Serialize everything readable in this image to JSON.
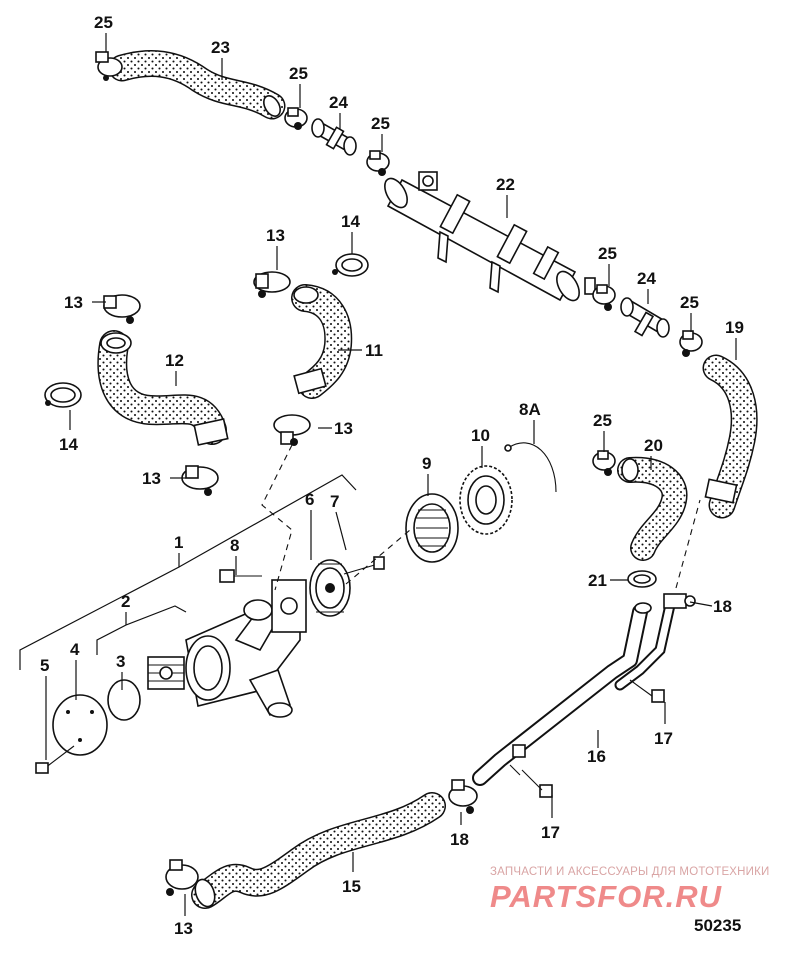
{
  "diagram": {
    "figure_number": "50235",
    "watermark": {
      "tagline": "ЗАПЧАСТИ И АКСЕССУАРЫ ДЛЯ МОТОТЕХНИКИ",
      "logo": "PARTSFOR.RU"
    },
    "callouts": [
      {
        "id": "c25a",
        "label": "25"
      },
      {
        "id": "c23",
        "label": "23"
      },
      {
        "id": "c25b",
        "label": "25"
      },
      {
        "id": "c24a",
        "label": "24"
      },
      {
        "id": "c25c",
        "label": "25"
      },
      {
        "id": "c22",
        "label": "22"
      },
      {
        "id": "c25d",
        "label": "25"
      },
      {
        "id": "c24b",
        "label": "24"
      },
      {
        "id": "c25e",
        "label": "25"
      },
      {
        "id": "c19",
        "label": "19"
      },
      {
        "id": "c13a",
        "label": "13"
      },
      {
        "id": "c14a",
        "label": "14"
      },
      {
        "id": "c13b",
        "label": "13"
      },
      {
        "id": "c11",
        "label": "11"
      },
      {
        "id": "c12",
        "label": "12"
      },
      {
        "id": "c14b",
        "label": "14"
      },
      {
        "id": "c13c",
        "label": "13"
      },
      {
        "id": "c13d",
        "label": "13"
      },
      {
        "id": "c8a",
        "label": "8A"
      },
      {
        "id": "c9",
        "label": "9"
      },
      {
        "id": "c10",
        "label": "10"
      },
      {
        "id": "c25f",
        "label": "25"
      },
      {
        "id": "c20",
        "label": "20"
      },
      {
        "id": "c1",
        "label": "1"
      },
      {
        "id": "c6",
        "label": "6"
      },
      {
        "id": "c7",
        "label": "7"
      },
      {
        "id": "c8",
        "label": "8"
      },
      {
        "id": "c21",
        "label": "21"
      },
      {
        "id": "c18a",
        "label": "18"
      },
      {
        "id": "c2",
        "label": "2"
      },
      {
        "id": "c3",
        "label": "3"
      },
      {
        "id": "c4",
        "label": "4"
      },
      {
        "id": "c5",
        "label": "5"
      },
      {
        "id": "c17a",
        "label": "17"
      },
      {
        "id": "c16",
        "label": "16"
      },
      {
        "id": "c17b",
        "label": "17"
      },
      {
        "id": "c18b",
        "label": "18"
      },
      {
        "id": "c15",
        "label": "15"
      },
      {
        "id": "c13e",
        "label": "13"
      }
    ]
  }
}
